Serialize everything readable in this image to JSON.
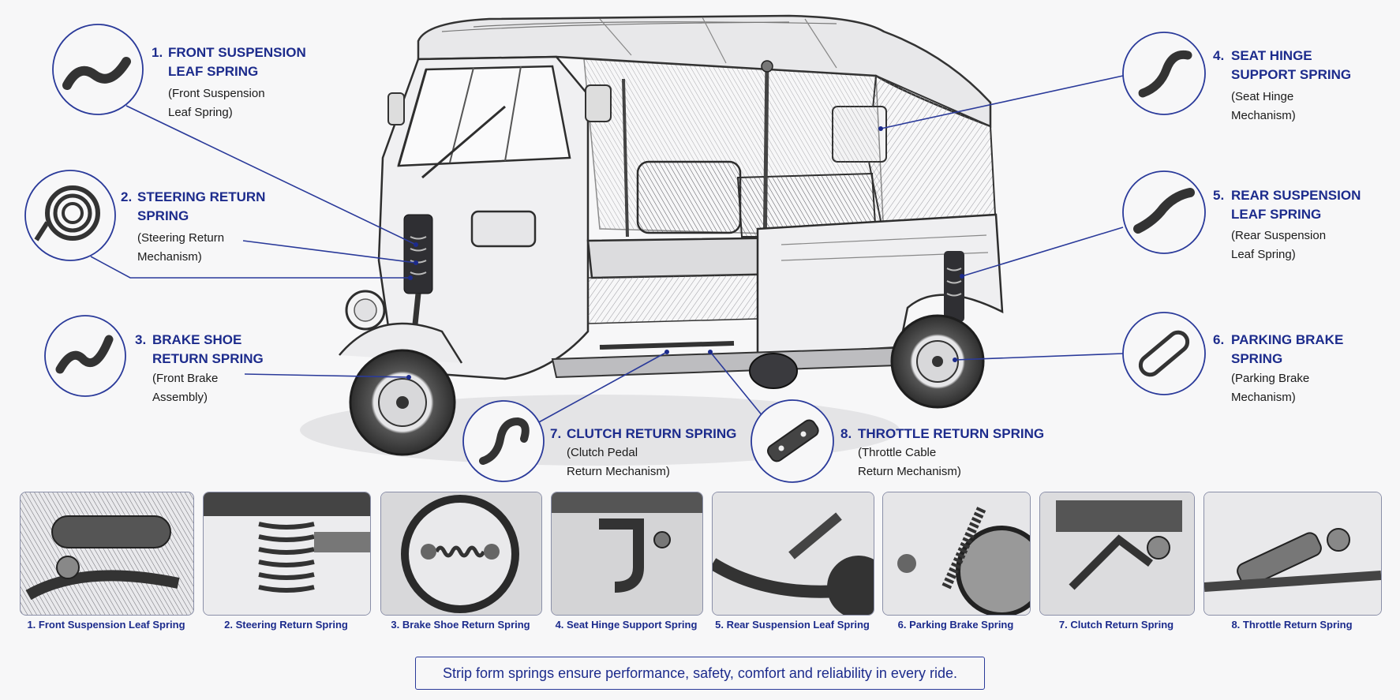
{
  "callouts": [
    {
      "number": "1.",
      "title": "FRONT SUSPENSION\nLEAF SPRING",
      "subtitle": "(Front Suspension\nLeaf Spring)",
      "icon": "leaf-spring-icon"
    },
    {
      "number": "2.",
      "title": "STEERING RETURN\nSPRING",
      "subtitle": "(Steering Return\nMechanism)",
      "icon": "coil-spring-icon"
    },
    {
      "number": "3.",
      "title": "BRAKE SHOE\nRETURN SPRING",
      "subtitle": "(Front Brake\nAssembly)",
      "icon": "strip-spring-icon"
    },
    {
      "number": "4.",
      "title": "SEAT HINGE\nSUPPORT SPRING",
      "subtitle": "(Seat Hinge\nMechanism)",
      "icon": "hinge-spring-icon"
    },
    {
      "number": "5.",
      "title": "REAR SUSPENSION\nLEAF SPRING",
      "subtitle": "(Rear Suspension\nLeaf Spring)",
      "icon": "leaf-spring-icon"
    },
    {
      "number": "6.",
      "title": "PARKING BRAKE\nSPRING",
      "subtitle": "(Parking Brake\nMechanism)",
      "icon": "loop-spring-icon"
    },
    {
      "number": "7.",
      "title": "CLUTCH RETURN SPRING",
      "subtitle": "(Clutch Pedal\nReturn Mechanism)",
      "icon": "clip-spring-icon"
    },
    {
      "number": "8.",
      "title": "THROTTLE RETURN SPRING",
      "subtitle": "(Throttle Cable\nReturn Mechanism)",
      "icon": "plate-spring-icon"
    }
  ],
  "thumbnails": [
    {
      "caption": "1. Front Suspension Leaf Spring"
    },
    {
      "caption": "2. Steering Return Spring"
    },
    {
      "caption": "3. Brake Shoe Return Spring"
    },
    {
      "caption": "4. Seat Hinge Support Spring"
    },
    {
      "caption": "5. Rear Suspension Leaf Spring"
    },
    {
      "caption": "6. Parking Brake Spring"
    },
    {
      "caption": "7. Clutch Return Spring"
    },
    {
      "caption": "8. Throttle Return Spring"
    }
  ],
  "footer": {
    "text": "Strip form springs ensure performance, safety, comfort and reliability in every ride."
  },
  "colors": {
    "accent": "#1c2b8c",
    "line": "#2a3a9a",
    "sketch": "#3a3a3a",
    "background": "#f7f7f8"
  }
}
